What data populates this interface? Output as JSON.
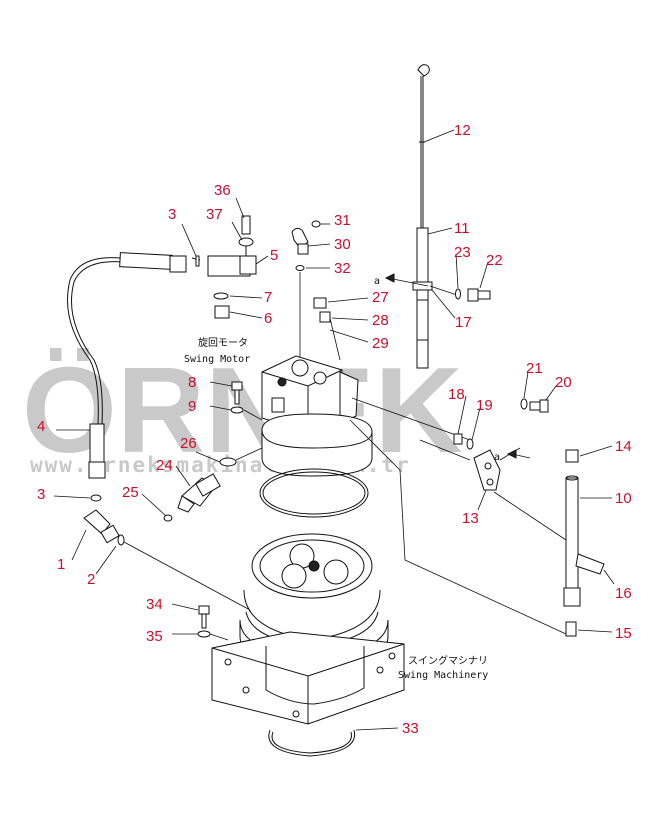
{
  "watermark": {
    "brand": "ÖRNEK",
    "url": "www.orneksmakinalar.com.tr"
  },
  "labels": {
    "swing_motor_jp": "旋回モータ",
    "swing_motor_en": "Swing Motor",
    "swing_machinery_jp": "スイングマシナリ",
    "swing_machinery_en": "Swing Machinery",
    "ref_a1": "a",
    "ref_a2": "a"
  },
  "callouts": [
    "1",
    "2",
    "3",
    "3",
    "4",
    "5",
    "6",
    "7",
    "8",
    "9",
    "10",
    "11",
    "12",
    "13",
    "14",
    "15",
    "16",
    "17",
    "18",
    "19",
    "20",
    "21",
    "22",
    "23",
    "24",
    "25",
    "26",
    "27",
    "28",
    "29",
    "30",
    "31",
    "32",
    "33",
    "34",
    "35",
    "36",
    "37"
  ],
  "colors": {
    "callout": "#c8102e",
    "line": "#111111",
    "watermark": "#c9c9c9"
  }
}
